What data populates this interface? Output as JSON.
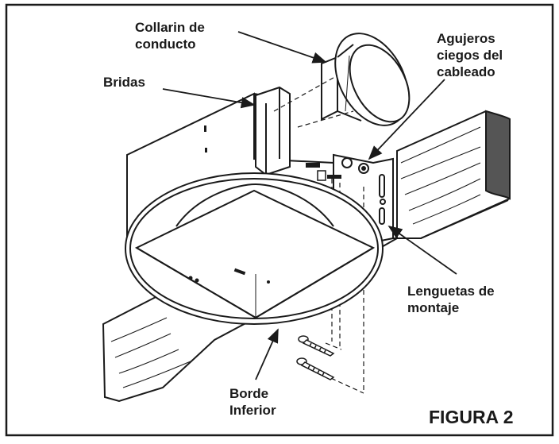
{
  "labels": {
    "duct_collar": "Collarin de\nconducto",
    "wiring_knockouts": "Agujeros\nciegos del\ncableado",
    "flanges": "Bridas",
    "mounting_tabs": "Lenguetas de\nmontaje",
    "bottom_edge": "Borde\nInferior"
  },
  "figure_title": "FIGURA 2"
}
